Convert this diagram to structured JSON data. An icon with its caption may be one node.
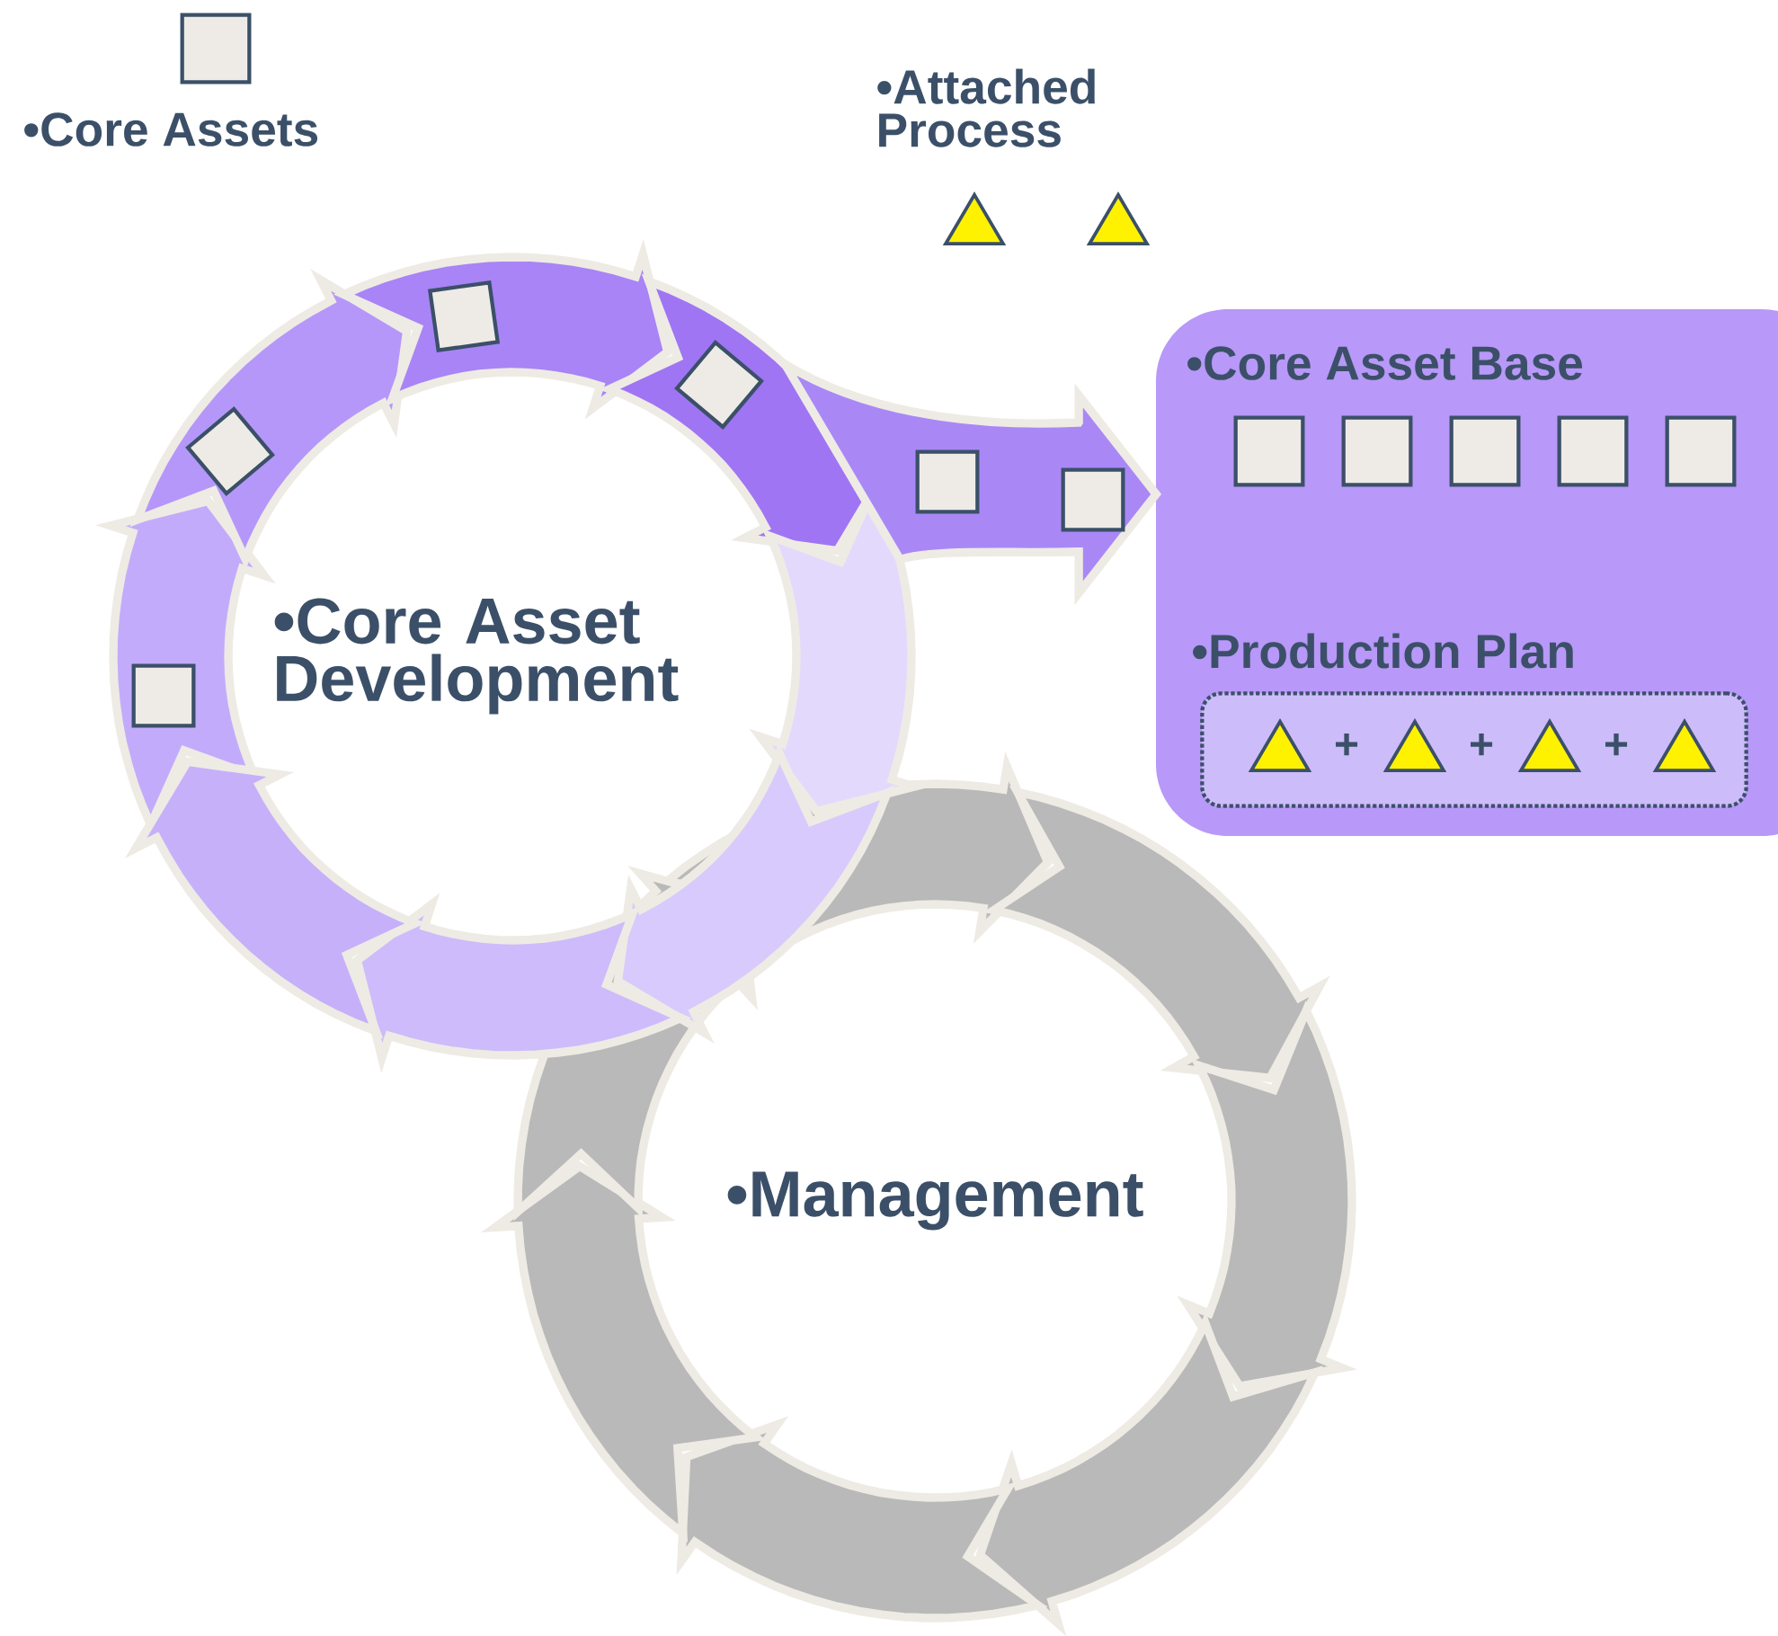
{
  "diagram": {
    "nodes": [
      {
        "text": [
          "•Core Asset Development"
        ]
      },
      {
        "text": [
          "•Management"
        ]
      },
      {
        "text": [
          "•Core Asset Base",
          "•Production Plan"
        ]
      },
      {
        "text": [],
        "shape": "box",
        "in": 2
      }
    ],
    "edges": [
      {
        "from": 0,
        "to": 2,
        "arrow": "to"
      }
    ],
    "labels": [
      "•Core Assets",
      "•Attached Process",
      "+",
      "+",
      "+"
    ]
  }
}
